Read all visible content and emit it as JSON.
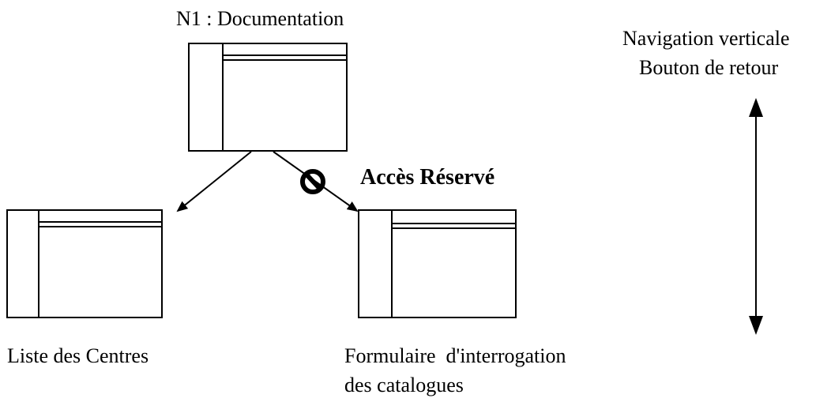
{
  "nodes": {
    "top": {
      "label": "N1 : Documentation"
    },
    "left": {
      "label": "Liste des Centres"
    },
    "right": {
      "label_line1": "Formulaire  d'interrogation",
      "label_line2": "des catalogues"
    }
  },
  "restricted": {
    "label": "Accès Réservé",
    "icon": "no-entry-icon"
  },
  "navigation_note": {
    "line1": "Navigation verticale",
    "line2": "Bouton de retour",
    "icon": "double-arrow-icon"
  }
}
